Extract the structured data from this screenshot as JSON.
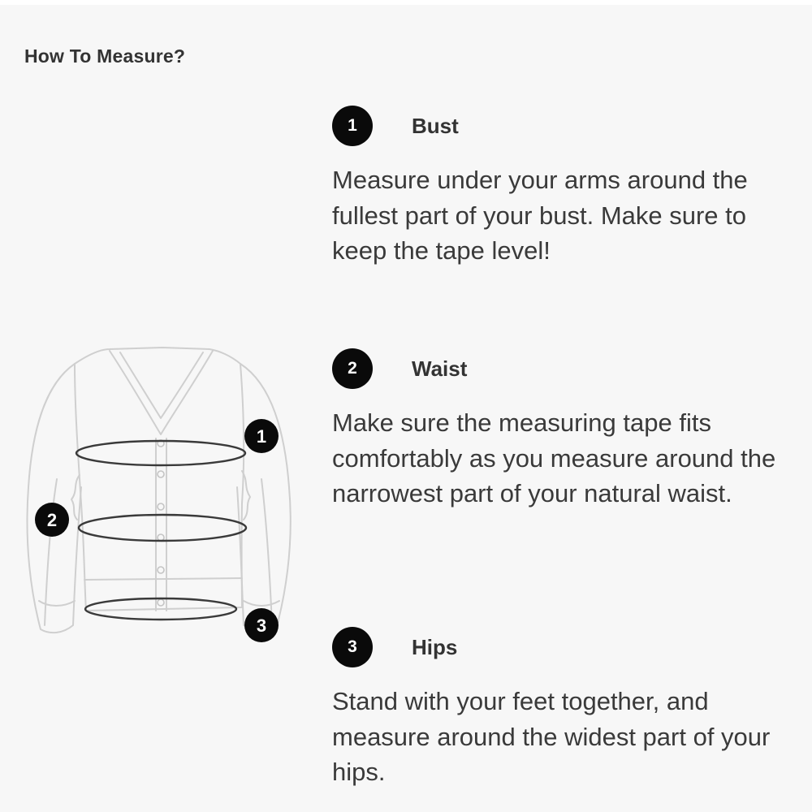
{
  "page": {
    "title": "How To Measure?"
  },
  "steps": [
    {
      "number": "1",
      "title": "Bust",
      "text": "Measure under your arms around the fullest part of your bust. Make sure to keep the tape level!"
    },
    {
      "number": "2",
      "title": "Waist",
      "text": "Make sure the measuring tape fits comfortably as you measure around the narrowest part of your natural waist."
    },
    {
      "number": "3",
      "title": "Hips",
      "text": "Stand with your feet together, and measure around the widest part of your hips."
    }
  ],
  "illustration": {
    "markers": [
      "1",
      "2",
      "3"
    ],
    "icon": "cardigan-measurement-diagram"
  },
  "colors": {
    "background": "#f7f7f7",
    "badge": "#0a0a0a",
    "text": "#3a3a3a",
    "sketch": "#c9c9c9"
  }
}
